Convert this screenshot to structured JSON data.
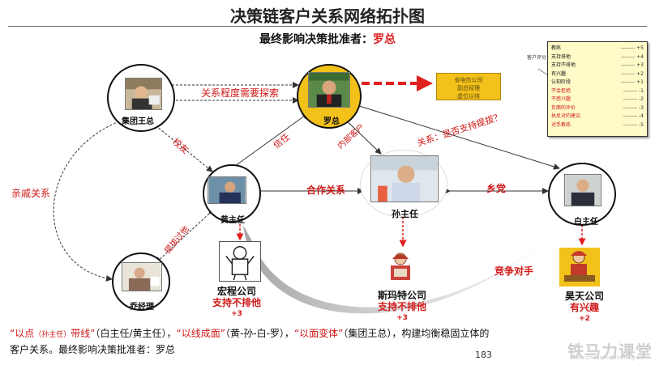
{
  "title": "决策链客户关系网络拓扑图",
  "subtitle": {
    "prefix": "最终影响决策批准者：",
    "name": "罗总"
  },
  "nodes": {
    "group_wang": "集团王总",
    "luo": "罗总",
    "huang": "黄主任",
    "sun": "孙主任",
    "bai": "白主任",
    "qiao": "乔经理"
  },
  "edge_labels": {
    "explore": "关系程度需要探索",
    "alumni": "校友",
    "trust": "信任",
    "internal": "内部客户",
    "support_question": "关系：是否支持提拔？",
    "cooperation": "合作关系",
    "hometown": "乡党",
    "relatives": "亲戚关系",
    "promotion": "提拔过他",
    "competitor": "竞争对手"
  },
  "note_box": {
    "lines": [
      "省电信公司",
      "副总经理",
      "虚位以待"
    ]
  },
  "companies": {
    "hongcheng": {
      "name": "宏程公司",
      "status": "支持不排他",
      "score": "+3"
    },
    "simate": {
      "name": "斯玛特公司",
      "status": "支持不排他",
      "score": "+3"
    },
    "haotian": {
      "name": "昊天公司",
      "status": "有兴趣",
      "score": "+2"
    }
  },
  "legend": {
    "tag": "客户评分",
    "rows": [
      {
        "label": "教练",
        "value": "-------- +5",
        "color": "#222222"
      },
      {
        "label": "支持排他",
        "value": "-------- +4",
        "color": "#222222"
      },
      {
        "label": "支持不排他",
        "value": "-------- +3",
        "color": "#222222"
      },
      {
        "label": "有兴趣",
        "value": "-------- +2",
        "color": "#222222"
      },
      {
        "label": "认知阶段",
        "value": "-------- +1",
        "color": "#222222"
      },
      {
        "label": "不会拒绝",
        "value": "-------- -1",
        "color": "#d01818"
      },
      {
        "label": "不感兴趣",
        "value": "-------- -2",
        "color": "#d01818"
      },
      {
        "label": "负面的评价",
        "value": "-------- -3",
        "color": "#d01818"
      },
      {
        "label": "执反对的建议",
        "value": "-------- -4",
        "color": "#d01818"
      },
      {
        "label": "对手教练",
        "value": "-------- -5",
        "color": "#d01818"
      }
    ]
  },
  "bottom": {
    "q1": "“以点",
    "q1_small": "（孙主任）",
    "q1_end": "带线”",
    "p1": "（白主任/黄主任），",
    "q2": "“以线成面”",
    "p2": "（黄-孙-白-罗），",
    "q3": "“以面变体”",
    "p3": "（集团王总），构建均衡稳固立体的",
    "line2": "客户关系。最终影响决策批准者：罗总"
  },
  "page_number": "183",
  "watermark": {
    "main": "铁马力课堂",
    "sub": "www.shouxinchina.org.cn"
  },
  "colors": {
    "accent_red": "#d01818",
    "gold": "#f2c11a",
    "legend_bg": "#fffbc8"
  }
}
